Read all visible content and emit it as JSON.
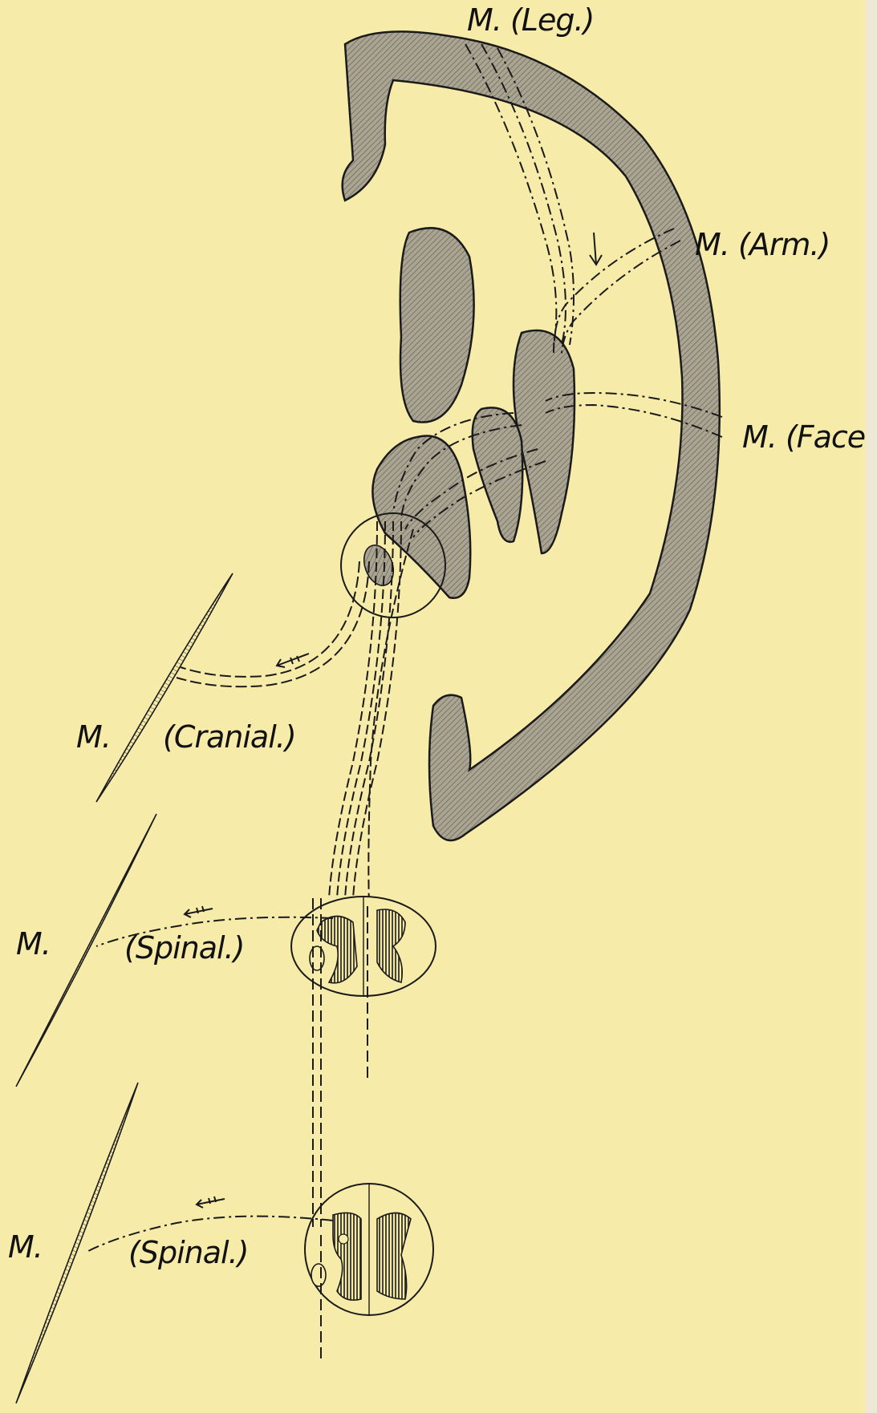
{
  "figure": {
    "labels": {
      "leg": "M. (Leg.)",
      "arm": "M. (Arm.)",
      "face": "M. (Face.)",
      "cranial_m": "M.",
      "cranial": "(Cranial.)",
      "spinal1_m": "M.",
      "spinal1": "(Spinal.)",
      "spinal2_m": "M.",
      "spinal2": "(Spinal.)"
    },
    "colors": {
      "background": "#f7eba9",
      "ink": "#1a1a1a",
      "shade": "#9a9584"
    }
  }
}
